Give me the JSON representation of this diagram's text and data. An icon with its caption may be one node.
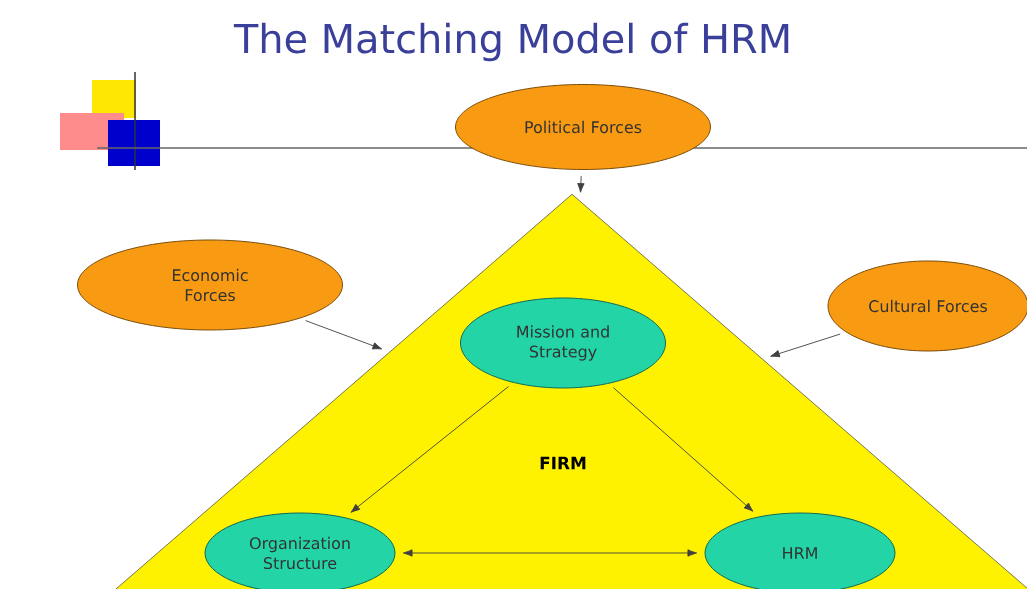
{
  "diagram": {
    "title": "The Matching Model of HRM",
    "nodes": [
      {
        "text": [
          "Political Forces"
        ]
      },
      {
        "text": [
          "Economic Forces"
        ]
      },
      {
        "text": [
          "Cultural Forces"
        ]
      },
      {
        "text": [
          "FIRM"
        ]
      },
      {
        "text": [
          "Mission and Strategy"
        ],
        "in": 3
      },
      {
        "text": [
          "Organization Structure"
        ],
        "in": 3
      },
      {
        "text": [
          "HRM"
        ],
        "in": 3
      }
    ],
    "edges": [
      {
        "from": 0,
        "to": 3,
        "arrow": "to"
      },
      {
        "from": 1,
        "to": 3,
        "arrow": "to"
      },
      {
        "from": 2,
        "to": 3,
        "arrow": "to"
      },
      {
        "from": 4,
        "to": 5,
        "arrow": "to"
      },
      {
        "from": 4,
        "to": 6,
        "arrow": "to"
      },
      {
        "from": 5,
        "to": 6,
        "arrow": "both"
      }
    ]
  }
}
